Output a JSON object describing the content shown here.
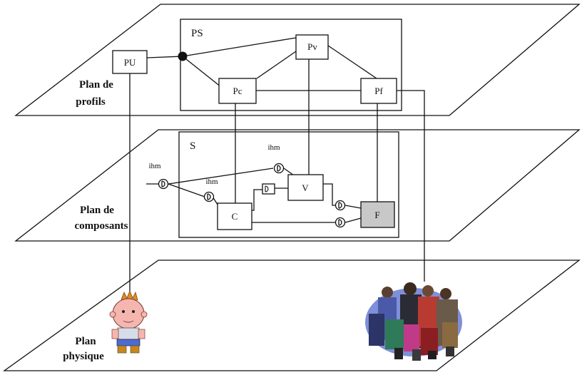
{
  "planes": {
    "profiles": {
      "label_line1": "Plan de",
      "label_line2": "profils"
    },
    "components": {
      "label_line1": "Plan de",
      "label_line2": "composants"
    },
    "physical": {
      "label_line1": "Plan",
      "label_line2": "physique"
    }
  },
  "profiles_box": {
    "title": "PS",
    "nodes": {
      "pu": "PU",
      "pv": "Pv",
      "pc": "Pc",
      "pf": "Pf"
    }
  },
  "components_box": {
    "title": "S",
    "nodes": {
      "v": "V",
      "c": "C",
      "f": "F"
    },
    "ihm_outer": "ihm",
    "ihm_top": "ihm",
    "ihm_mid": "ihm"
  },
  "colors": {
    "line": "#111111",
    "plane_fill": "#ffffff",
    "f_fill": "#c8c8c8"
  }
}
